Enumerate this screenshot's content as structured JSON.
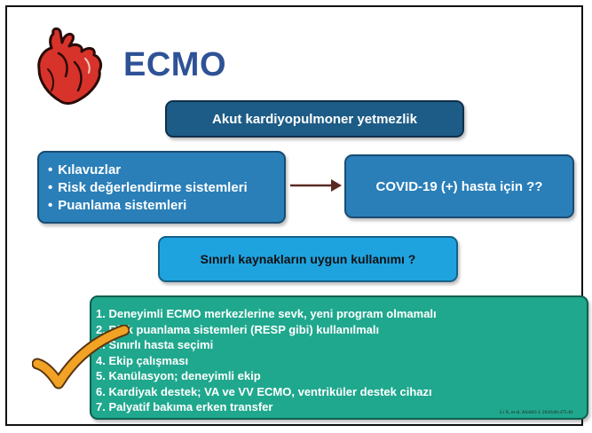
{
  "title": "ECMO",
  "top_box": "Akut kardiyopulmoner yetmezlik",
  "left_box": {
    "items": [
      "Kılavuzlar",
      "Risk değerlendirme sistemleri",
      "Puanlama sistemleri"
    ]
  },
  "right_box": "COVID-19 (+) hasta için ??",
  "mid_box": "Sınırlı kaynakların uygun kullanımı ?",
  "list_box": {
    "items": [
      "1. Deneyimli ECMO merkezlerine sevk, yeni program olmamalı",
      "2. Risk puanlama sistemleri (RESP gibi) kullanılmalı",
      "3. Sınırlı hasta seçimi",
      "4. Ekip çalışması",
      "5. Kanülasyon; deneyimli ekip",
      "6. Kardiyak destek; VA ve VV ECMO, ventriküler destek cihazı",
      "7. Palyatif bakıma erken transfer"
    ]
  },
  "citation": "Li X, et al. ASAIO J. 2020;66:475-81",
  "colors": {
    "title": "#2e5296",
    "top_box": "#1d5c86",
    "side_boxes": "#2a7fb8",
    "mid_box": "#1fa3df",
    "list_box": "#1fa88e",
    "heart": "#d7332b",
    "checkmark": "#f2a224"
  },
  "icons": [
    "heart-icon",
    "checkmark-icon",
    "arrow-right-icon"
  ]
}
